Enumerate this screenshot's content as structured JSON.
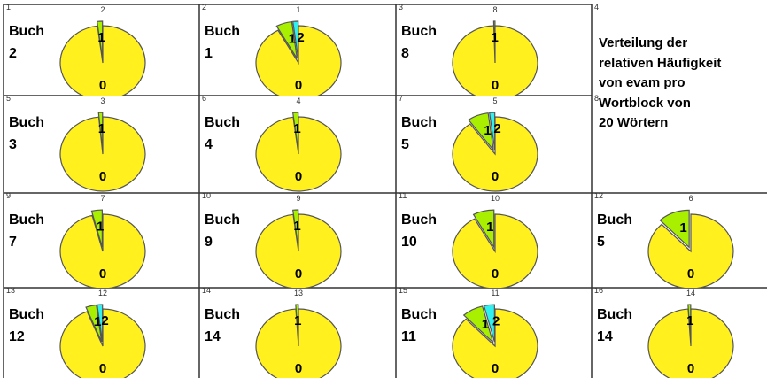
{
  "chart_data": {
    "type": "pie",
    "title": "Verteilung der relativen Häufigkeit von evam pro Wortblock von 20 Wörtern",
    "title_lines": [
      "Verteilung der",
      "relativen Häufigkeit",
      "von evam pro",
      "Wortblock von",
      "20 Wörtern"
    ],
    "colors": {
      "0": "#fff01e",
      "1": "#a8f000",
      "2": "#30f0f0"
    },
    "legend_categories": [
      "0",
      "1",
      "2"
    ],
    "cells": [
      {
        "cell": "1",
        "pie": "2",
        "book": "Buch",
        "book_no": "2",
        "slices": {
          "0": 0.98,
          "1": 0.02,
          "2": 0
        }
      },
      {
        "cell": "2",
        "pie": "1",
        "book": "Buch",
        "book_no": "1",
        "slices": {
          "0": 0.92,
          "1": 0.06,
          "2": 0.02
        }
      },
      {
        "cell": "3",
        "pie": "8",
        "book": "Buch",
        "book_no": "8",
        "slices": {
          "0": 0.995,
          "1": 0.005,
          "2": 0
        }
      },
      {
        "cell": "4"
      },
      {
        "cell": "5",
        "pie": "3",
        "book": "Buch",
        "book_no": "3",
        "slices": {
          "0": 0.985,
          "1": 0.015,
          "2": 0
        }
      },
      {
        "cell": "6",
        "pie": "4",
        "book": "Buch",
        "book_no": "4",
        "slices": {
          "0": 0.98,
          "1": 0.02,
          "2": 0
        }
      },
      {
        "cell": "7",
        "pie": "5",
        "book": "Buch",
        "book_no": "5",
        "slices": {
          "0": 0.9,
          "1": 0.08,
          "2": 0.02
        }
      },
      {
        "cell": "8"
      },
      {
        "cell": "9",
        "pie": "7",
        "book": "Buch",
        "book_no": "7",
        "slices": {
          "0": 0.96,
          "1": 0.04,
          "2": 0
        }
      },
      {
        "cell": "10",
        "pie": "9",
        "book": "Buch",
        "book_no": "9",
        "slices": {
          "0": 0.98,
          "1": 0.02,
          "2": 0
        }
      },
      {
        "cell": "11",
        "pie": "10",
        "book": "Buch",
        "book_no": "10",
        "slices": {
          "0": 0.92,
          "1": 0.08,
          "2": 0
        }
      },
      {
        "cell": "12",
        "pie": "6",
        "book": "Buch",
        "book_no": "5",
        "slices": {
          "0": 0.88,
          "1": 0.12,
          "2": 0
        }
      },
      {
        "cell": "13",
        "pie": "12",
        "book": "Buch",
        "book_no": "12",
        "slices": {
          "0": 0.94,
          "1": 0.04,
          "2": 0.02
        }
      },
      {
        "cell": "14",
        "pie": "13",
        "book": "Buch",
        "book_no": "14",
        "slices": {
          "0": 0.99,
          "1": 0.01,
          "2": 0
        }
      },
      {
        "cell": "15",
        "pie": "11",
        "book": "Buch",
        "book_no": "11",
        "slices": {
          "0": 0.88,
          "1": 0.08,
          "2": 0.04
        }
      },
      {
        "cell": "16",
        "pie": "14",
        "book": "Buch",
        "book_no": "14",
        "slices": {
          "0": 0.99,
          "1": 0.01,
          "2": 0
        }
      }
    ]
  }
}
